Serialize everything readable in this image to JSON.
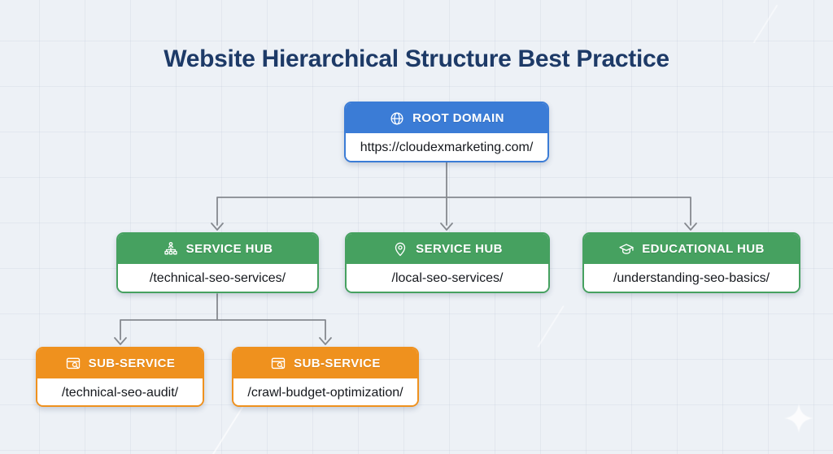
{
  "title": "Website Hierarchical Structure Best Practice",
  "colors": {
    "bg": "#edf1f6",
    "title_color": "#1d3a67",
    "root_accent": "#3b7cd6",
    "hub_accent": "#46a160",
    "sub_accent": "#ef911e",
    "connector": "#85898f",
    "url_text": "#15181d"
  },
  "nodes": {
    "root": {
      "label": "ROOT DOMAIN",
      "url": "https://cloudexmarketing.com/",
      "icon": "globe-icon"
    },
    "hub1": {
      "label": "SERVICE HUB",
      "url": "/technical-seo-services/",
      "icon": "sitemap-icon"
    },
    "hub2": {
      "label": "SERVICE HUB",
      "url": "/local-seo-services/",
      "icon": "location-pin-icon"
    },
    "hub3": {
      "label": "EDUCATIONAL HUB",
      "url": "/understanding-seo-basics/",
      "icon": "graduation-cap-icon"
    },
    "sub1": {
      "label": "SUB-SERVICE",
      "url": "/technical-seo-audit/",
      "icon": "browser-search-icon"
    },
    "sub2": {
      "label": "SUB-SERVICE",
      "url": "/crawl-budget-optimization/",
      "icon": "browser-search-icon"
    }
  }
}
